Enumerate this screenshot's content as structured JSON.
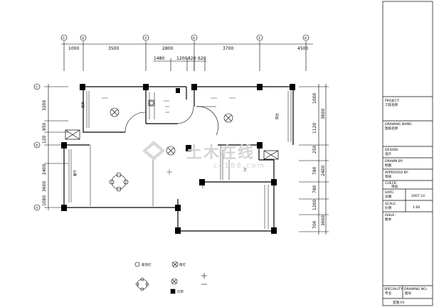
{
  "top_dims": {
    "outer": [
      "1000",
      "3500",
      "2800",
      "3700",
      "4500"
    ],
    "inner": [
      "1480",
      "1200",
      "820",
      "620"
    ]
  },
  "right_dims": {
    "outer": [
      "3600",
      "2400",
      "3600"
    ],
    "inner": [
      "1000",
      "1120",
      "250",
      "780",
      "780",
      "1200",
      "700"
    ]
  },
  "left_dims": [
    "3200",
    "950",
    "120",
    "2400",
    "3600",
    "1080"
  ],
  "axis_labels": {
    "top": [
      "①",
      "②",
      "③",
      "④",
      "⑤",
      "⑥"
    ],
    "left": [
      "Ⓒ",
      "Ⓑ",
      "Ⓐ"
    ]
  },
  "watermark": {
    "main": "土木在线",
    "sub": "co188.com"
  },
  "room_labels": [
    "餐厅",
    "厨房",
    "卫",
    "阳台"
  ],
  "legend": {
    "items": [
      "吸顶灯",
      "筒灯",
      "灯带"
    ]
  },
  "title_block": {
    "project_label": "PROJECT:",
    "project_value": "工程名称",
    "drawing_label": "DRAWING NAME:",
    "drawing_value": "图纸名称",
    "design_label": "DESIGN:",
    "design_value": "设计",
    "drawn_label": "DRAWN BY:",
    "drawn_value": "制图",
    "approved_label": "APPROVED BY:",
    "approved_value": "审核",
    "check_label": "CHECK:",
    "check_value": "审核",
    "date_label": "DATE:",
    "date_cn": "日期",
    "date_value": "2007.10",
    "scale_label": "SCALE:",
    "scale_cn": "比例",
    "scale_value": "1:60",
    "issue_label": "ISSUE:",
    "issue_value": "版本",
    "speciality_label": "SPECIALITY:",
    "speciality_value": "专业",
    "drawing_no_label": "DRAWING NO.:",
    "drawing_no_value": "图号",
    "sheet_no": "室施-01"
  },
  "colors": {
    "line": "#000000",
    "thin": "#333333",
    "watermark": "#d4d4d4"
  }
}
